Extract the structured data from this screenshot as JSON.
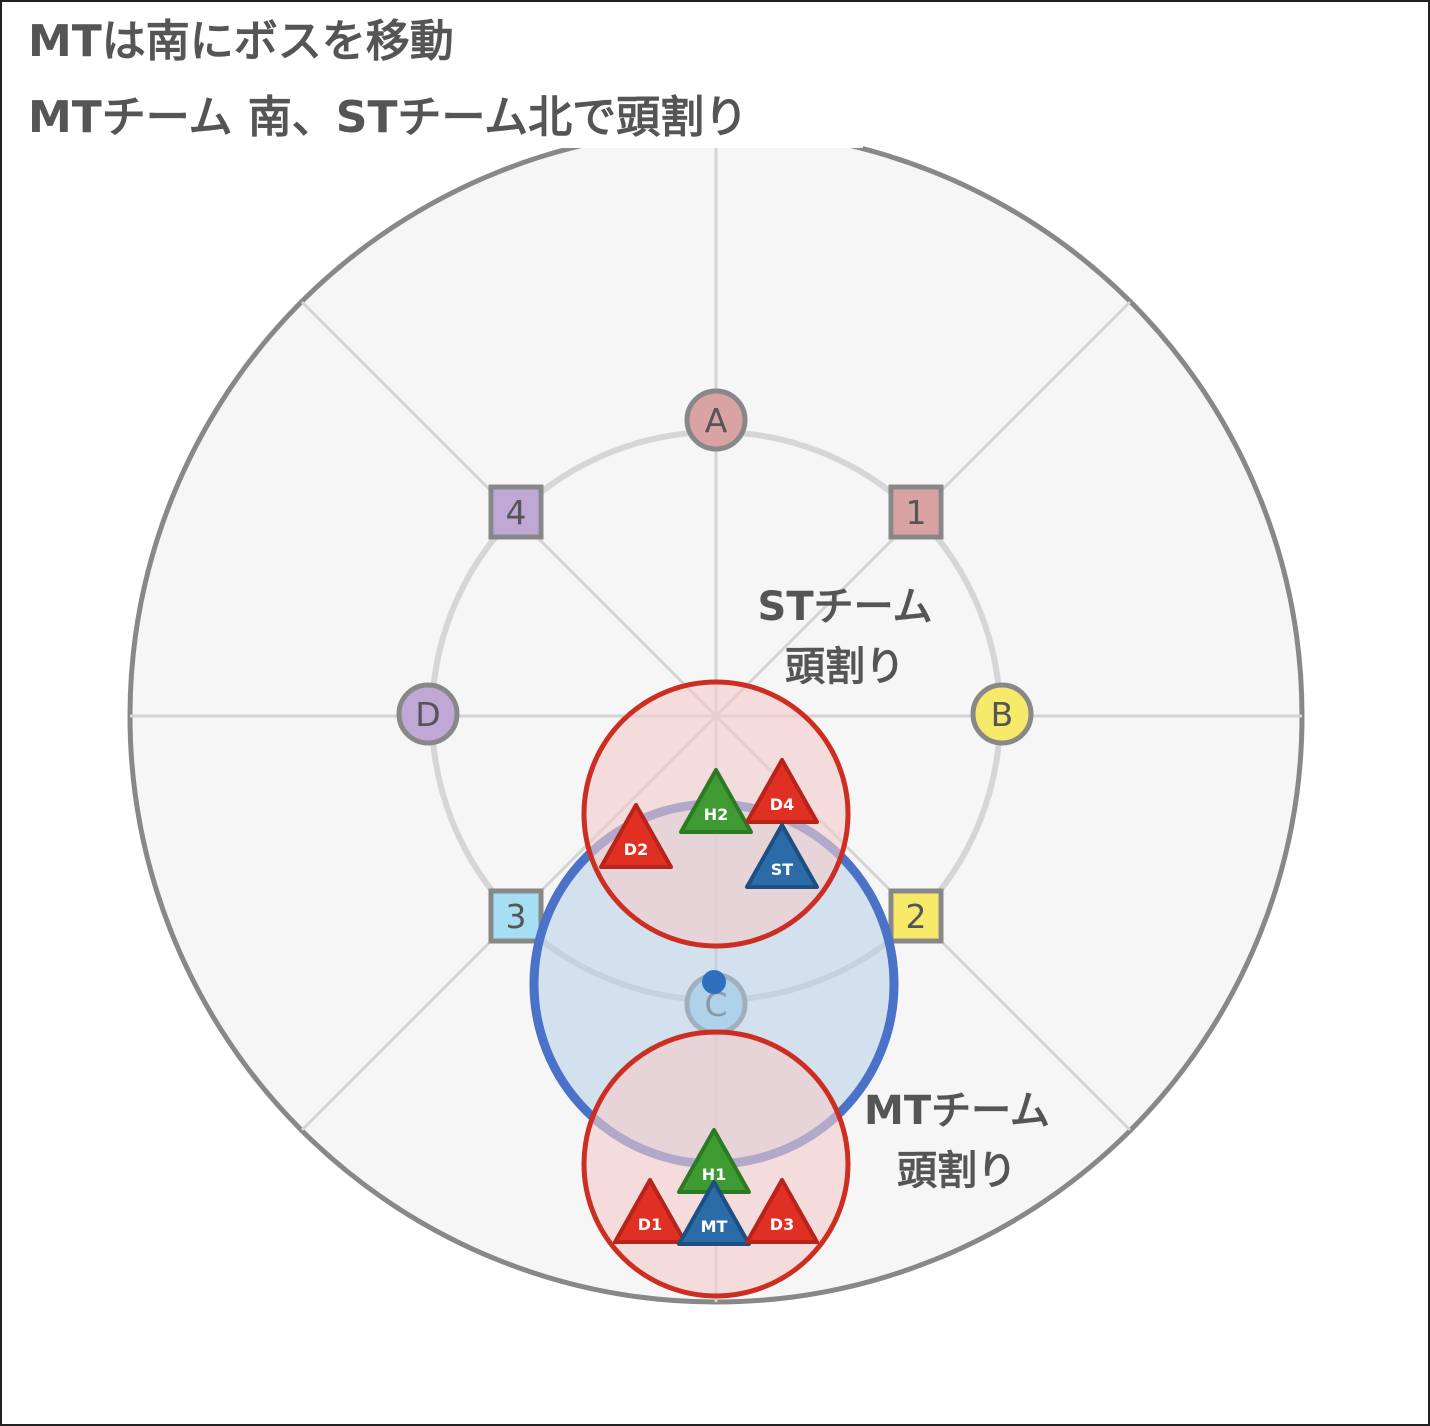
{
  "title": {
    "line1": "MTは南にボスを移動",
    "line2": "MTチーム 南、STチーム北で頭割り"
  },
  "colors": {
    "arena_fill": "#f6f6f6",
    "arena_border": "#888888",
    "guide_line": "#d4d4d4",
    "inner_ring": "#d6d6d6",
    "stack_fill": "#f2cccb",
    "stack_stroke": "#cc2e22",
    "boss_fill": "#b7cfea",
    "boss_stroke": "#4a72c8",
    "boss_dot": "#2f6fc0",
    "tank": "#2b6ba8",
    "healer": "#3e9a32",
    "dps": "#e02f23",
    "label_text": "#555555"
  },
  "waymarks": [
    {
      "id": "A",
      "label": "A",
      "shape": "circle",
      "color": "#d9a3a3"
    },
    {
      "id": "B",
      "label": "B",
      "shape": "circle",
      "color": "#f7ea6a"
    },
    {
      "id": "C",
      "label": "C",
      "shape": "circle",
      "color": "#a6d4ec"
    },
    {
      "id": "D",
      "label": "D",
      "shape": "circle",
      "color": "#bfa8d6"
    },
    {
      "id": "1",
      "label": "1",
      "shape": "square",
      "color": "#d9a3a3"
    },
    {
      "id": "2",
      "label": "2",
      "shape": "square",
      "color": "#f7ea6a"
    },
    {
      "id": "3",
      "label": "3",
      "shape": "square",
      "color": "#a6dff3"
    },
    {
      "id": "4",
      "label": "4",
      "shape": "square",
      "color": "#bfa8d6"
    }
  ],
  "stack_labels": {
    "st_line1": "STチーム",
    "st_line2": "頭割り",
    "mt_line1": "MTチーム",
    "mt_line2": "頭割り"
  },
  "players": [
    {
      "id": "H2",
      "label": "H2",
      "role": "healer"
    },
    {
      "id": "D4",
      "label": "D4",
      "role": "dps"
    },
    {
      "id": "D2",
      "label": "D2",
      "role": "dps"
    },
    {
      "id": "ST",
      "label": "ST",
      "role": "tank"
    },
    {
      "id": "H1",
      "label": "H1",
      "role": "healer"
    },
    {
      "id": "D1",
      "label": "D1",
      "role": "dps"
    },
    {
      "id": "MT",
      "label": "MT",
      "role": "tank"
    },
    {
      "id": "D3",
      "label": "D3",
      "role": "dps"
    }
  ]
}
